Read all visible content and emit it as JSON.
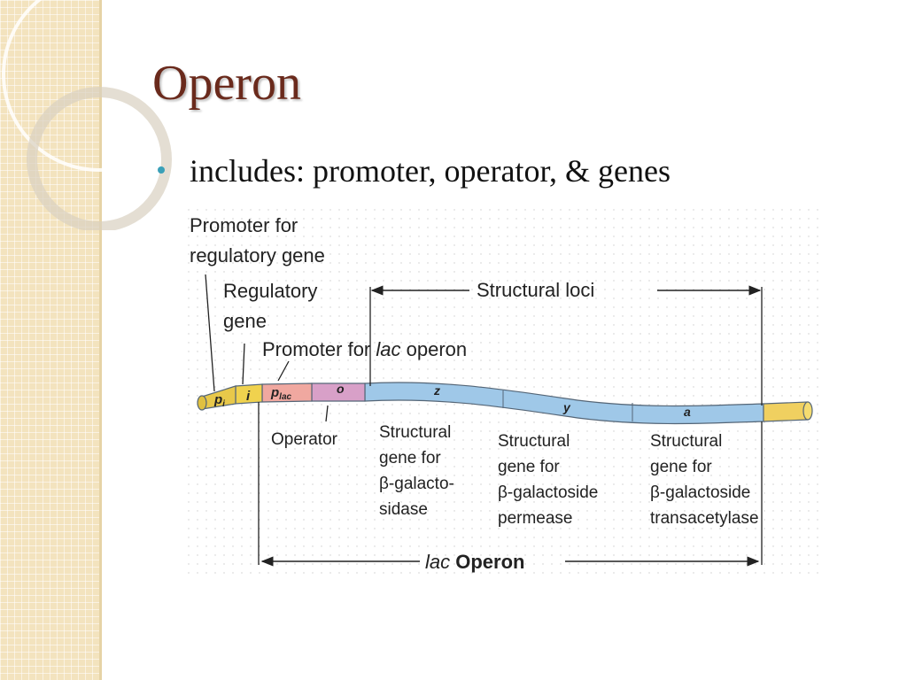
{
  "slide": {
    "title": "Operon"
  },
  "bullets": [
    {
      "text": "includes: promoter, operator, & genes"
    }
  ],
  "diagram": {
    "labels": {
      "promoter_regulatory": [
        "Promoter for",
        "regulatory gene"
      ],
      "regulatory_gene": [
        "Regulatory",
        "gene"
      ],
      "promoter_lac_prefix": "Promoter for",
      "promoter_lac_italic": "lac",
      "promoter_lac_suffix": "operon",
      "structural_loci": "Structural loci",
      "operator": "Operator",
      "gene_z": [
        "Structural",
        "gene for",
        "β-galacto-",
        "sidase"
      ],
      "gene_y": [
        "Structural",
        "gene for",
        "β-galactoside",
        "permease"
      ],
      "gene_a": [
        "Structural",
        "gene for",
        "β-galactoside",
        "transacetylase"
      ],
      "lac_operon_italic": "lac",
      "lac_operon_text": "Operon"
    },
    "segments": {
      "pi_main": "p",
      "pi_sub": "i",
      "i": "i",
      "plac_main": "p",
      "plac_sub": "lac",
      "o": "o",
      "z": "z",
      "y": "y",
      "a": "a"
    },
    "colors": {
      "promoter": "#e8c84a",
      "regulatory": "#f0d24e",
      "plac": "#f0a8a0",
      "operator": "#d8a0c8",
      "structural": "#9fc8e8",
      "end": "#f0d060",
      "title": "#6a2a1c",
      "bullet_dot": "#3aa0b8"
    }
  }
}
